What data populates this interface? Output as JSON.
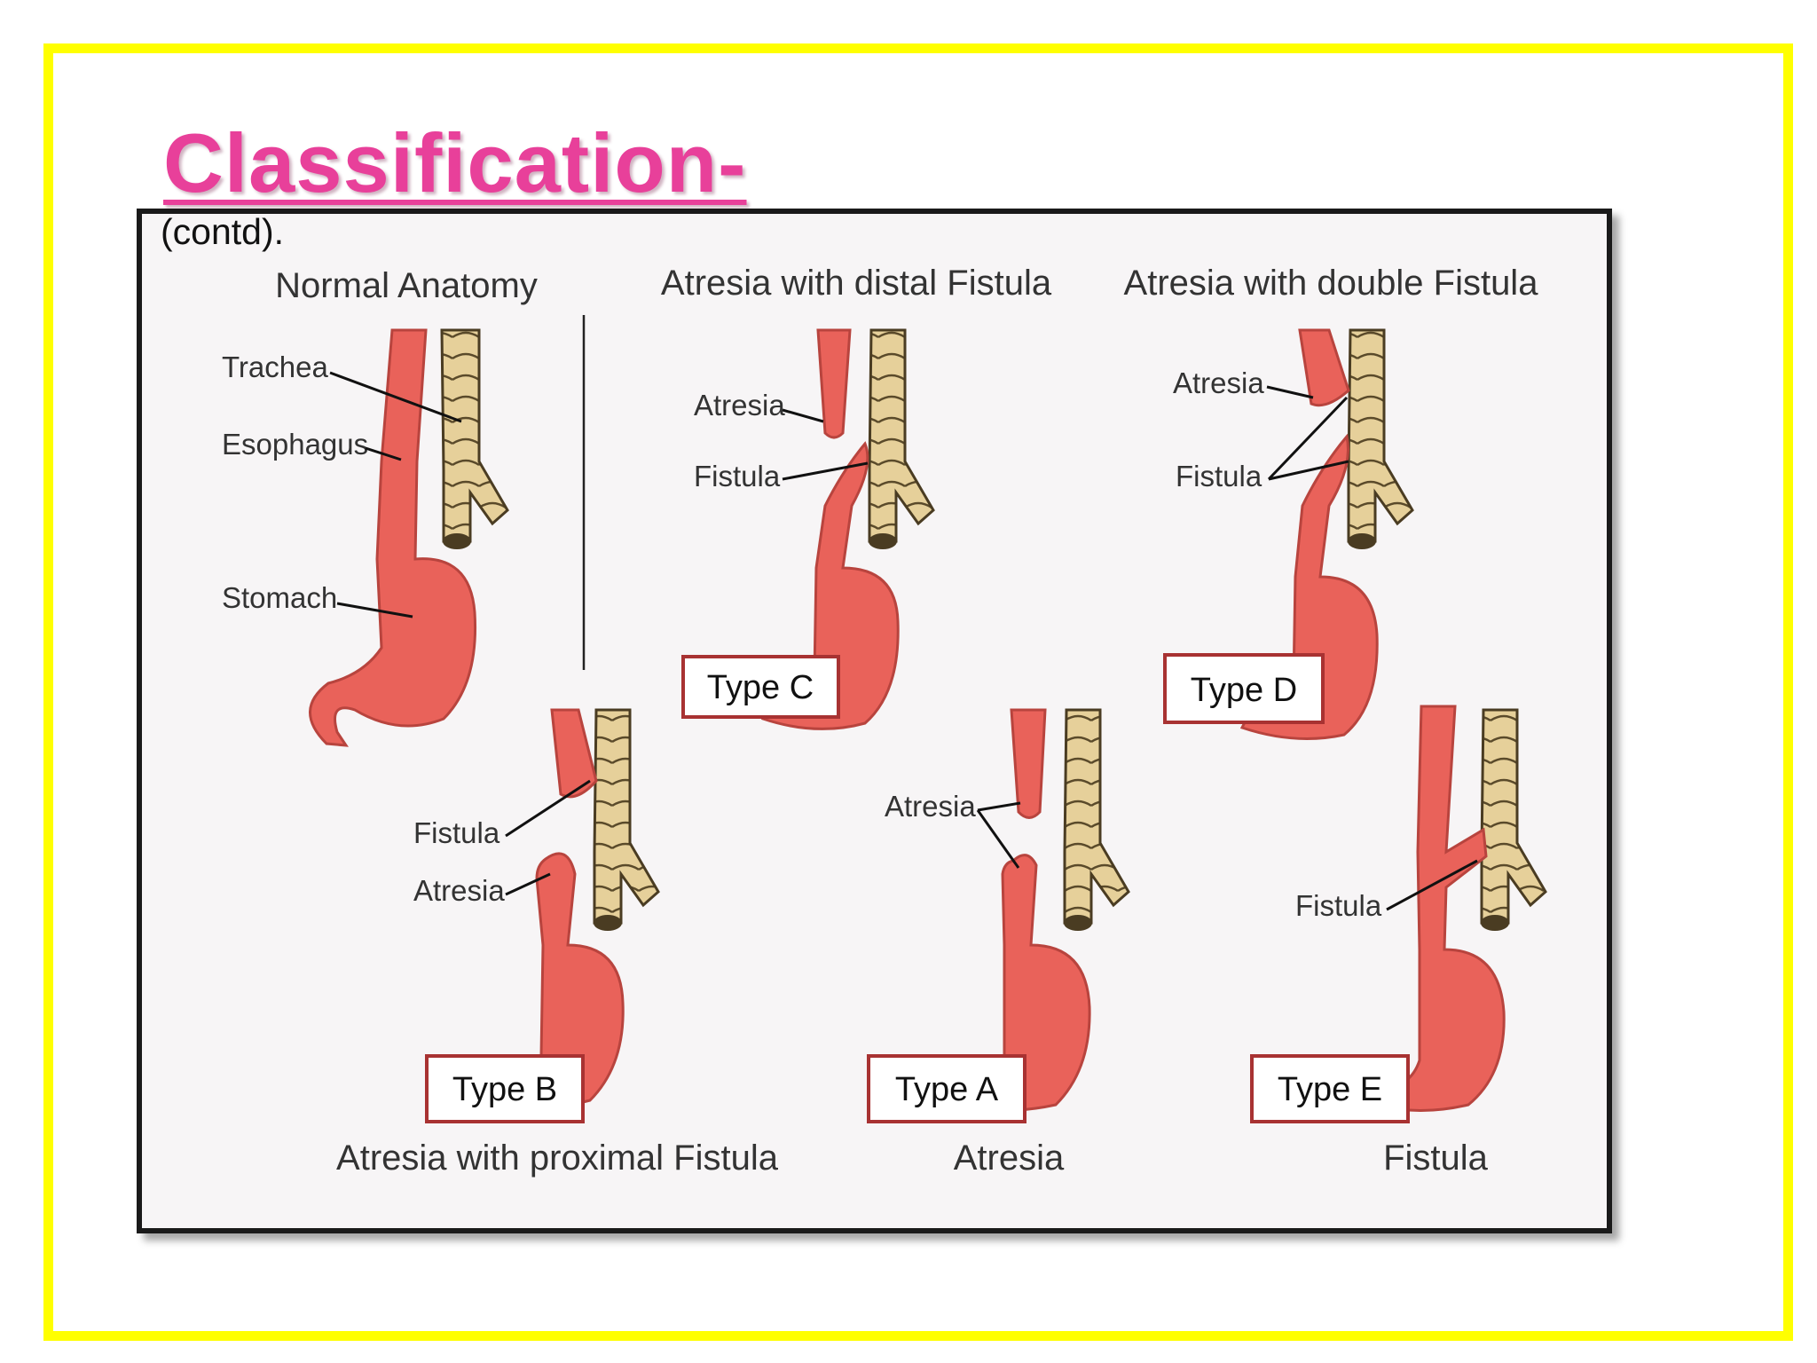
{
  "slide": {
    "title": "Classification-",
    "subtitle": "(contd)."
  },
  "colors": {
    "border": "#ffff00",
    "title": "#e8409a",
    "esophagus": "#e9625a",
    "trachea": "#e6d09a",
    "type_box": "#a83232"
  },
  "panels": {
    "normal": {
      "heading": "Normal Anatomy",
      "labels": {
        "trachea": "Trachea",
        "esophagus": "Esophagus",
        "stomach": "Stomach"
      }
    },
    "type_c": {
      "heading": "Atresia with distal Fistula",
      "type": "Type  C",
      "labels": {
        "atresia": "Atresia",
        "fistula": "Fistula"
      }
    },
    "type_d": {
      "heading": "Atresia with double Fistula",
      "type": "Type D",
      "labels": {
        "atresia": "Atresia",
        "fistula": "Fistula"
      }
    },
    "type_b": {
      "heading": "Atresia with proximal Fistula",
      "type": "Type B",
      "labels": {
        "fistula": "Fistula",
        "atresia": "Atresia"
      }
    },
    "type_a": {
      "heading": "Atresia",
      "type": "Type A",
      "labels": {
        "atresia": "Atresia"
      }
    },
    "type_e": {
      "heading": "Fistula",
      "type": "Type E",
      "labels": {
        "fistula": "Fistula"
      }
    }
  }
}
